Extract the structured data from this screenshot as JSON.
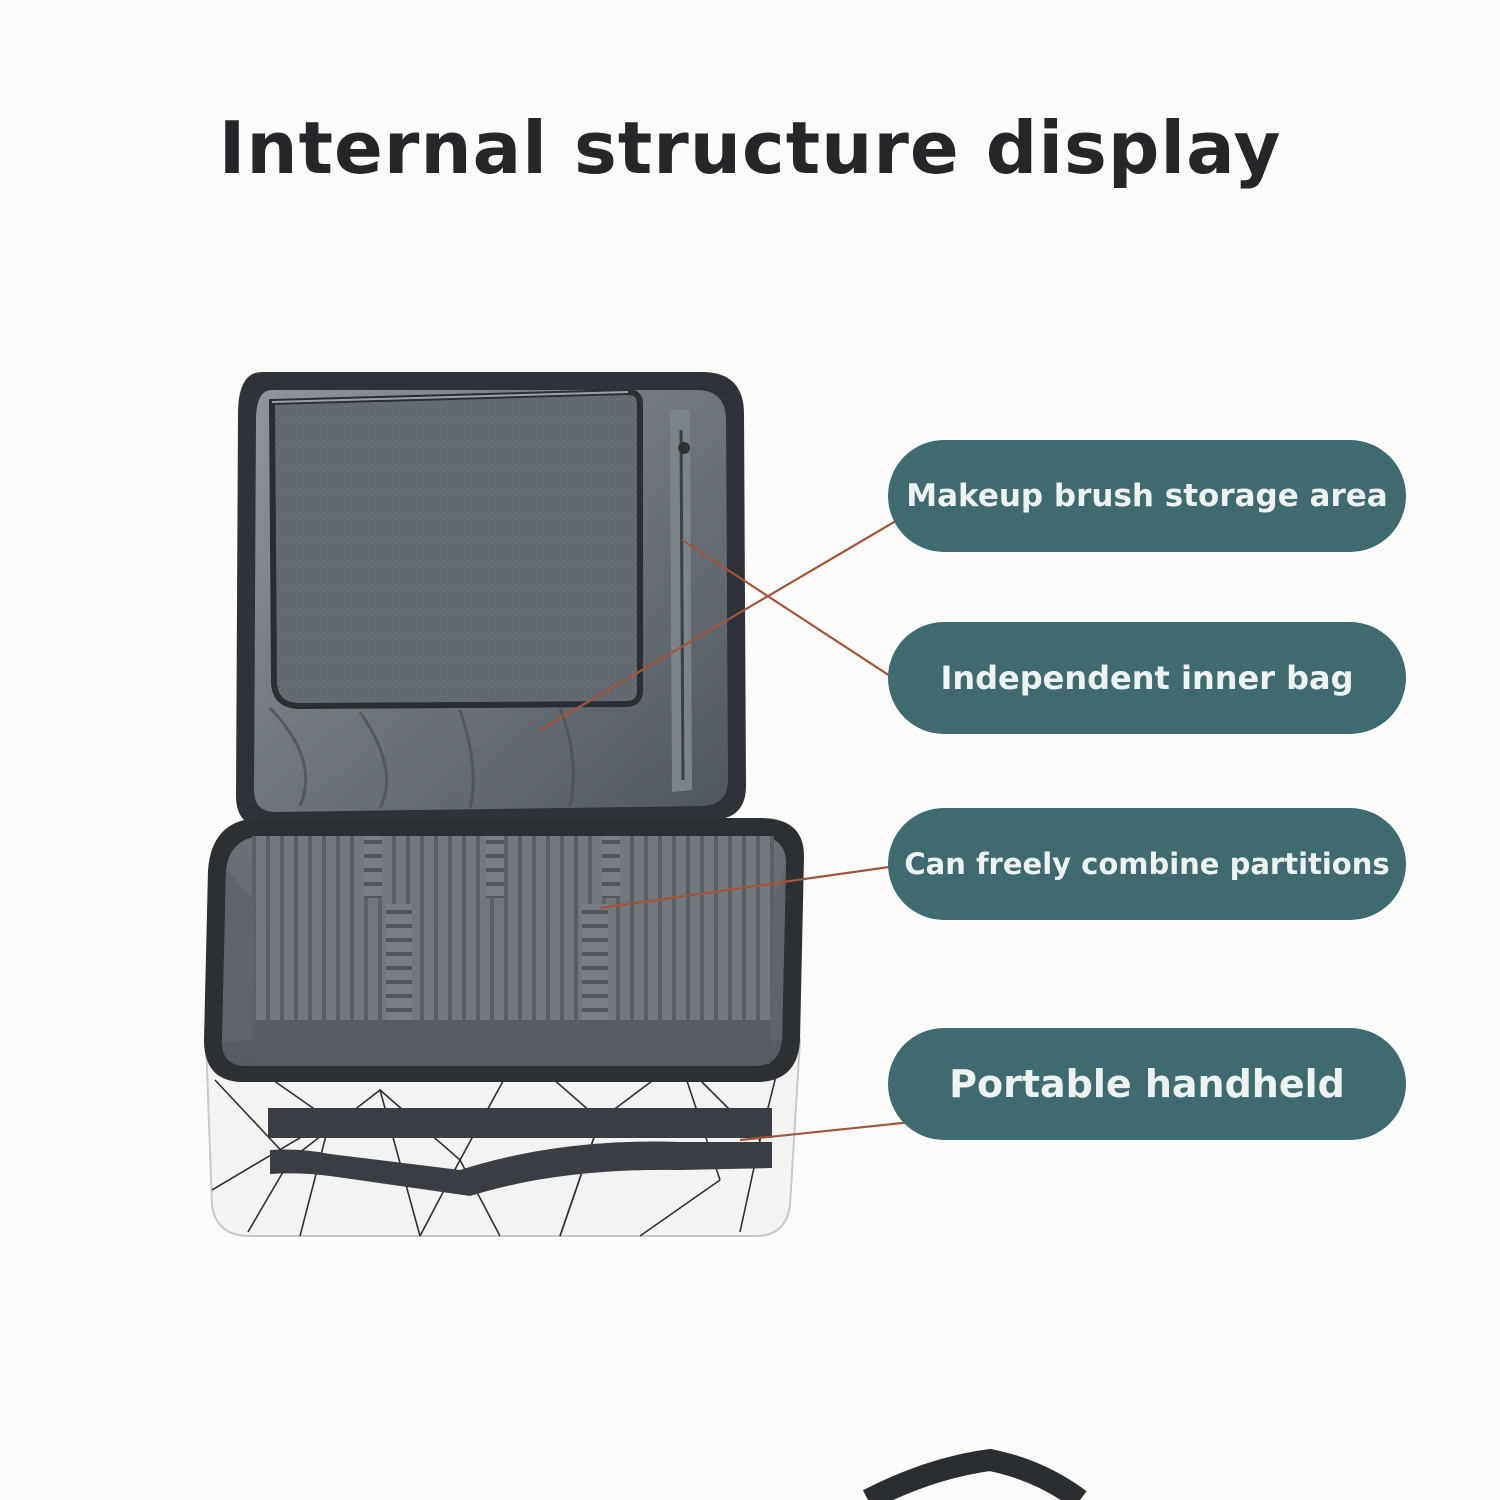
{
  "title": "Internal structure display",
  "callouts": [
    "Makeup brush storage area",
    "Independent inner bag",
    "Can freely combine partitions",
    "Portable handheld"
  ],
  "colors": {
    "background": "#fbfbf9",
    "callout_fill": "#3f6b70",
    "callout_text": "#eef3f2",
    "title_text": "#26262a",
    "leader_line": "#a2553a"
  }
}
